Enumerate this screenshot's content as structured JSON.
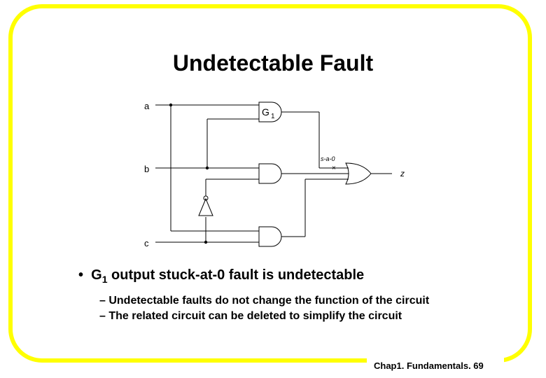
{
  "title": "Undetectable Fault",
  "diagram": {
    "input_a": "a",
    "input_b": "b",
    "input_c": "c",
    "gate_g": "G",
    "gate_sub": "1",
    "fault_label": "s-a-0",
    "fault_mark": "×",
    "output_z": "z"
  },
  "bullet": {
    "main_pre": "G",
    "main_sub": "1",
    "main_post": " output stuck-at-0 fault is undetectable",
    "items": [
      "– Undetectable faults do not change the function of the circuit",
      "– The related circuit can be deleted to simplify the circuit"
    ]
  },
  "footer": "Chap1.  Fundamentals. 69"
}
